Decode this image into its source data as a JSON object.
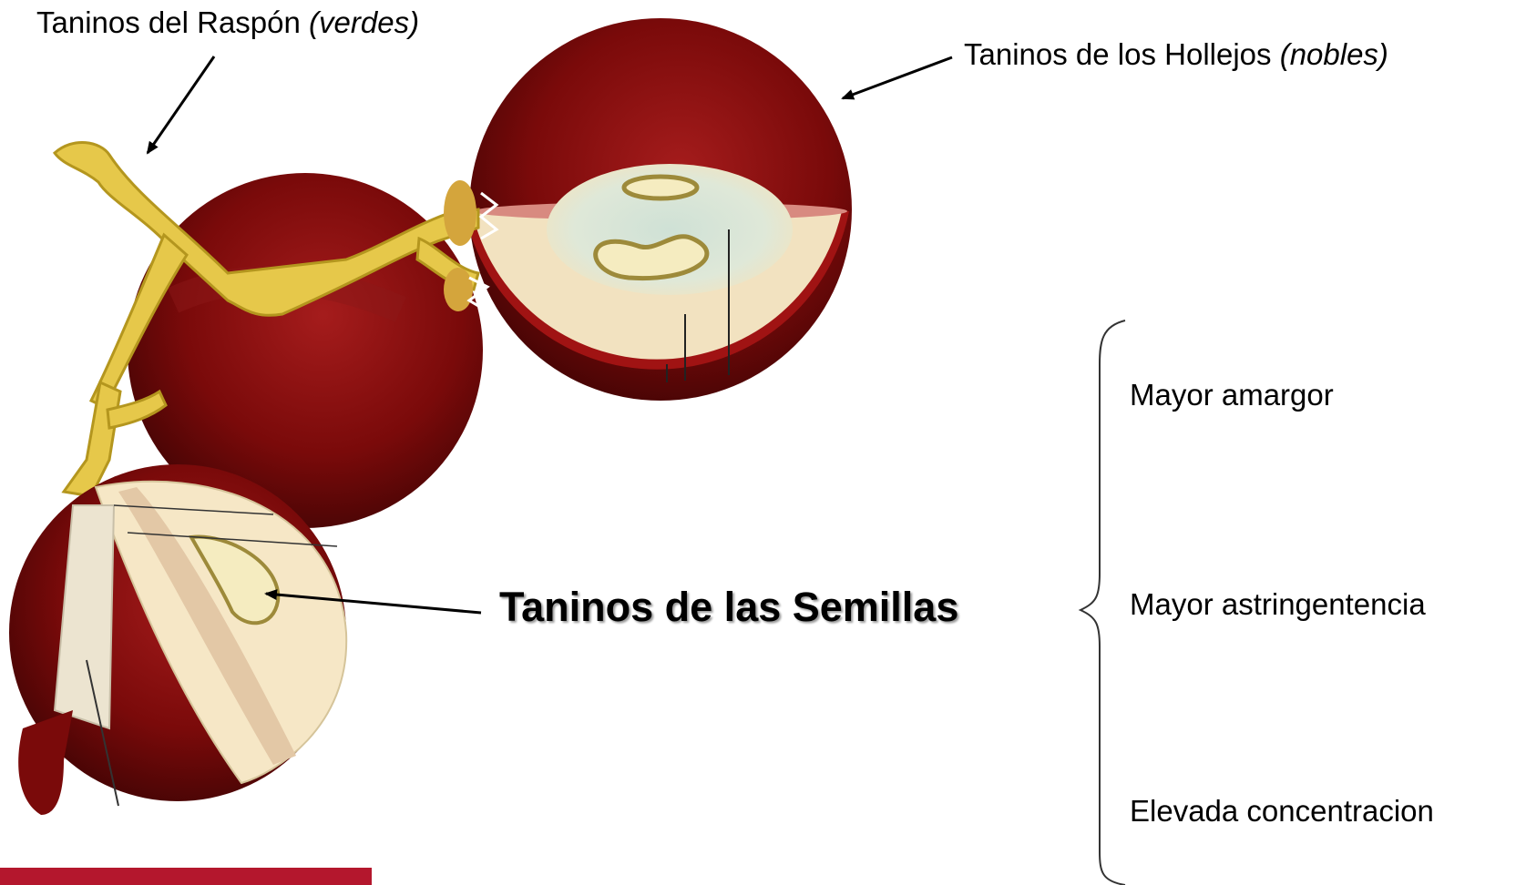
{
  "labels": {
    "raspon": "Taninos del Raspón",
    "raspon_note": "(verdes)",
    "hollejos": "Taninos de los Hollejos",
    "hollejos_note": "(nobles)",
    "semillas": "Taninos de las Semillas"
  },
  "properties": [
    "Mayor amargor",
    "Mayor astringentencia",
    "Elevada concentracion"
  ],
  "colors": {
    "skin": "#7a0a0a",
    "stem": "#e6c84a",
    "pulp": "#f6e7c6",
    "accent_bar": "#b4172d"
  }
}
